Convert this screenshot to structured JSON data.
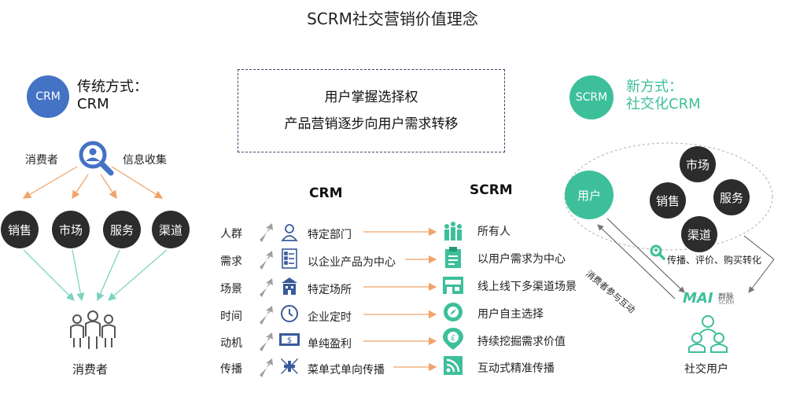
{
  "title": "SCRM社交营销价值理念",
  "center_box": {
    "line1": "用户掌握选择权",
    "line2": "产品营销逐步向用户需求转移"
  },
  "left": {
    "badge": "CRM",
    "heading_line1": "传统方式：",
    "heading_line2": "CRM",
    "label_consumer_top": "消费者",
    "label_info": "信息收集",
    "channels": [
      "销售",
      "市场",
      "服务",
      "渠道"
    ],
    "label_consumer_bottom": "消费者"
  },
  "compare": {
    "crm_head": "CRM",
    "scrm_head": "SCRM",
    "rows": [
      {
        "label": "人群",
        "crm": "特定部门",
        "scrm": "所有人"
      },
      {
        "label": "需求",
        "crm": "以企业产品为中心",
        "scrm": "以用户需求为中心"
      },
      {
        "label": "场景",
        "crm": "特定场所",
        "scrm": "线上线下多渠道场景"
      },
      {
        "label": "时间",
        "crm": "企业定时",
        "scrm": "用户自主选择"
      },
      {
        "label": "动机",
        "crm": "单纯盈利",
        "scrm": "持续挖掘需求价值"
      },
      {
        "label": "传播",
        "crm": "菜单式单向传播",
        "scrm": "互动式精准传播"
      }
    ],
    "row_icons_crm": [
      "person-icon",
      "document-list-icon",
      "building-icon",
      "clock-icon",
      "money-icon",
      "arrows-in-icon"
    ],
    "row_icons_scrm": [
      "group-icon",
      "clipboard-icon",
      "store-icon",
      "compass-icon",
      "coin-search-icon",
      "rss-icon"
    ]
  },
  "right": {
    "badge": "SCRM",
    "heading_line1": "新方式：",
    "heading_line2": "社交化CRM",
    "user_label": "用户",
    "nodes": [
      "市场",
      "销售",
      "服务",
      "渠道"
    ],
    "spread_label": "传播、评价、购买转化",
    "diag_label": "消费者参与互动",
    "logo_text": "MAI",
    "logo_sub_cn": "群脉",
    "logo_sub_en": "SCRM",
    "social_user_label": "社交用户"
  },
  "colors": {
    "crm_blue": "#4472c4",
    "scrm_teal": "#3dbf9a",
    "dark_node": "#2c2c2c",
    "arrow_orange": "#f0a46a",
    "arrow_teal": "#7fd3c2"
  }
}
